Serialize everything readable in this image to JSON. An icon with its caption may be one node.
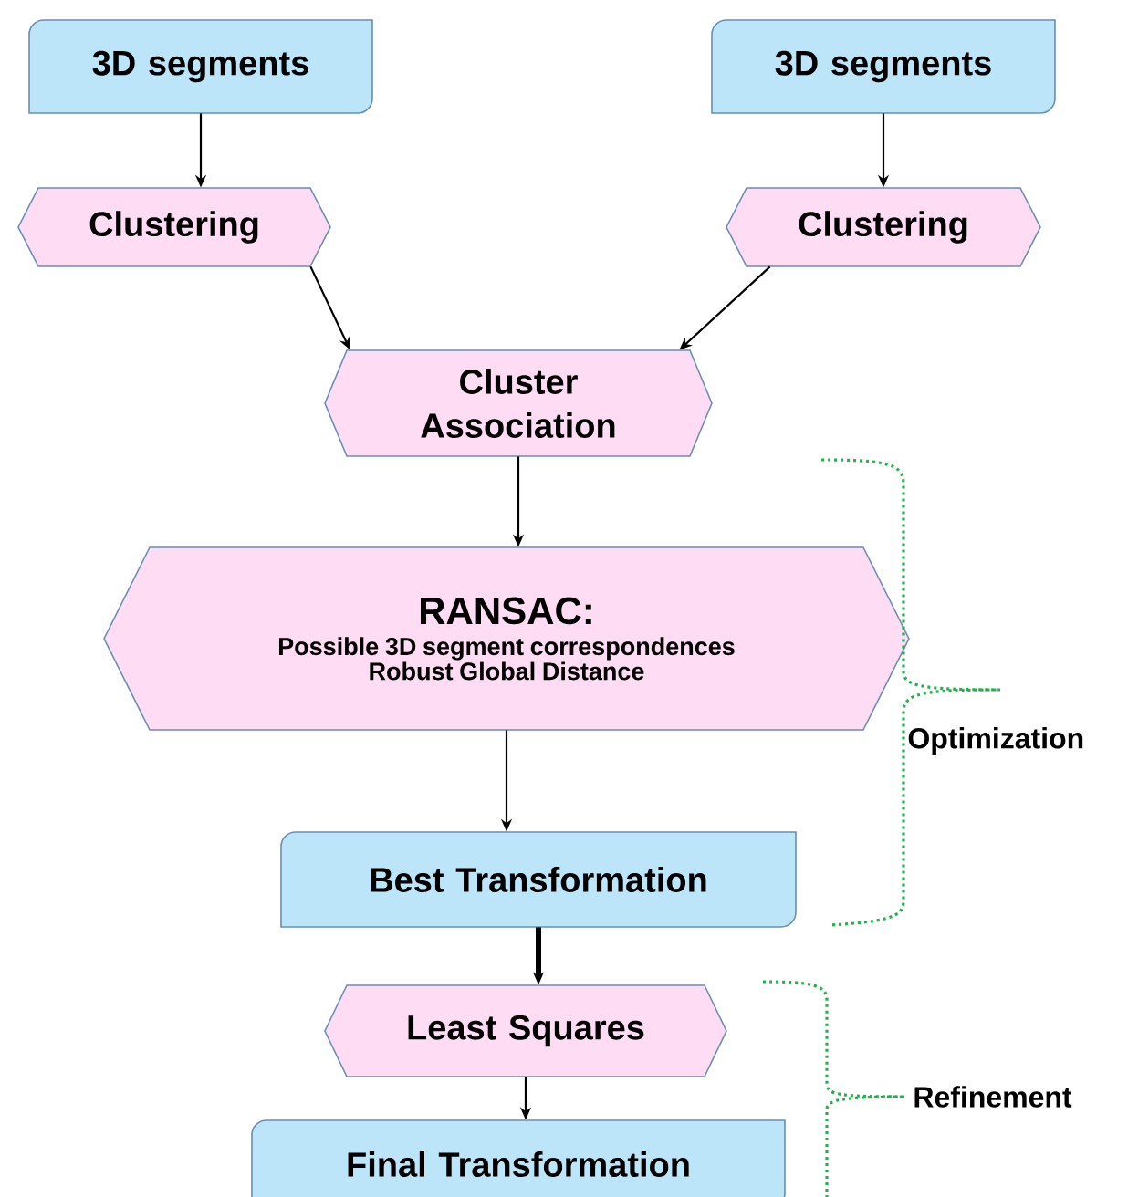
{
  "diagram": {
    "nodes": [
      {
        "text": [
          "3D segments"
        ]
      },
      {
        "text": [
          "3D segments"
        ]
      },
      {
        "text": [
          "Clustering"
        ]
      },
      {
        "text": [
          "Clustering"
        ]
      },
      {
        "text": [
          "Cluster Association"
        ]
      },
      {
        "text": [
          "RANSAC:",
          "Possible 3D segment correspondences",
          "Robust Global Distance"
        ]
      },
      {
        "text": [
          "Best Transformation"
        ]
      },
      {
        "text": [
          "Least Squares"
        ]
      },
      {
        "text": [
          "Final Transformation"
        ]
      }
    ],
    "edges": [
      {
        "from": 0,
        "to": 2,
        "arrow": "to"
      },
      {
        "from": 1,
        "to": 3,
        "arrow": "to"
      },
      {
        "from": 2,
        "to": 4,
        "arrow": "to"
      },
      {
        "from": 3,
        "to": 4,
        "arrow": "to"
      },
      {
        "from": 4,
        "to": 5,
        "arrow": "to"
      },
      {
        "from": 5,
        "to": 6,
        "arrow": "to"
      },
      {
        "from": 6,
        "to": 7,
        "arrow": "to",
        "style": "thick"
      },
      {
        "from": 7,
        "to": 8,
        "arrow": "to"
      }
    ],
    "labels": [
      "Optimization",
      "Refinement"
    ]
  }
}
